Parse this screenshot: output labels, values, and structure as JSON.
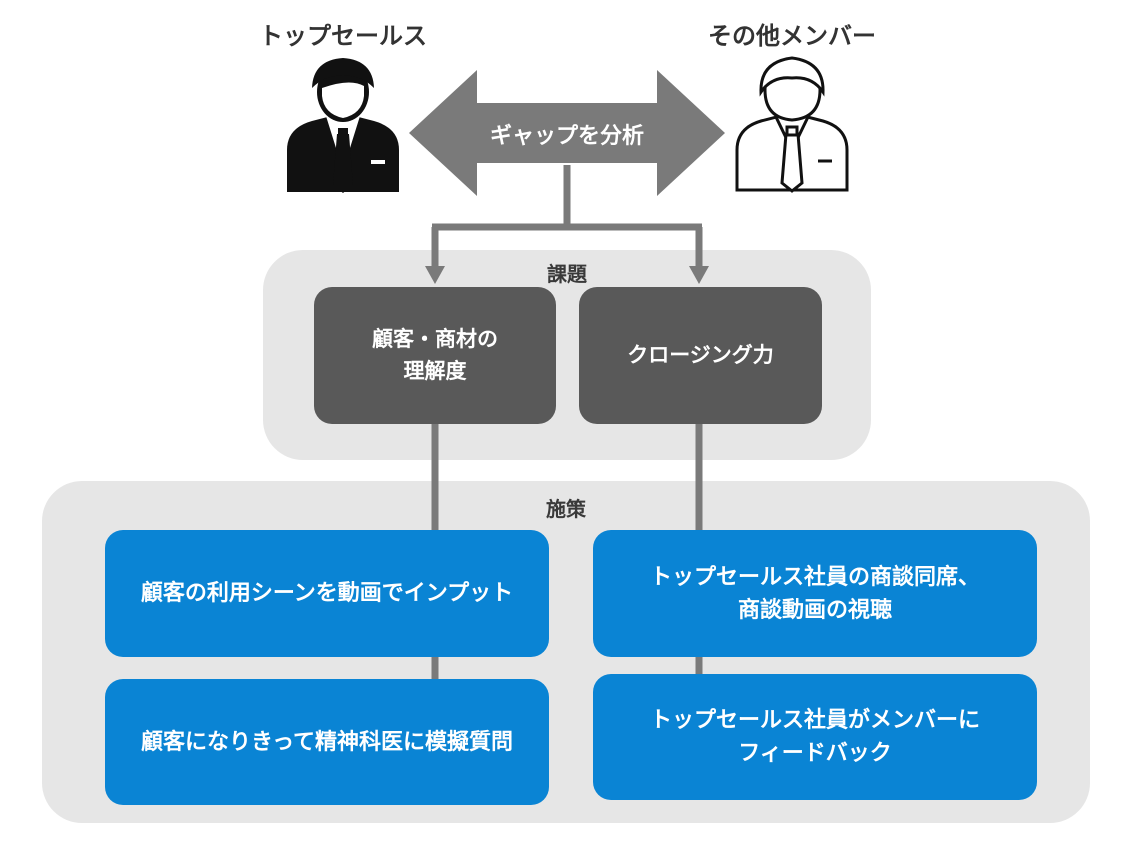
{
  "top": {
    "left_label": "トップセールス",
    "right_label": "その他メンバー",
    "arrow_label": "ギャップを分析"
  },
  "issues": {
    "title": "課題",
    "items": [
      {
        "label": "顧客・商材の\n理解度"
      },
      {
        "label": "クロージング力"
      }
    ]
  },
  "measures": {
    "title": "施策",
    "items": [
      {
        "label": "顧客の利用シーンを動画でインプット"
      },
      {
        "label": "トップセールス社員の商談同席、\n商談動画の視聴"
      },
      {
        "label": "顧客になりきって精神科医に模擬質問"
      },
      {
        "label": "トップセールス社員がメンバーに\nフィードバック"
      }
    ]
  },
  "colors": {
    "gray_box": "#595959",
    "blue_box": "#0a84d4",
    "group_bg": "#e6e6e6",
    "arrow": "#7a7a7a"
  }
}
